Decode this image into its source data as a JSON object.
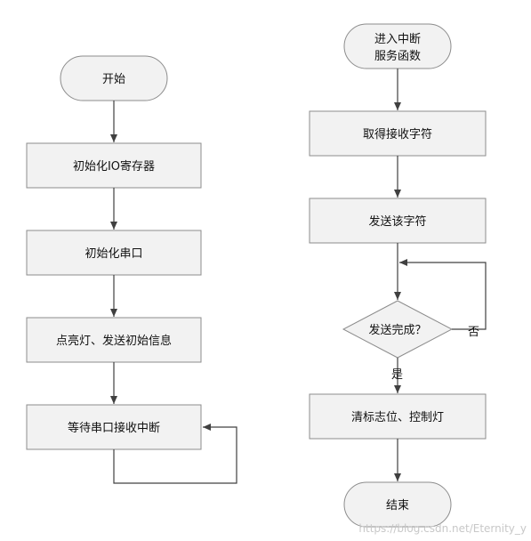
{
  "left_flow": {
    "start": "开始",
    "step1": "初始化IO寄存器",
    "step2": "初始化串口",
    "step3": "点亮灯、发送初始信息",
    "step4": "等待串口接收中断"
  },
  "right_flow": {
    "entry_line1": "进入中断",
    "entry_line2": "服务函数",
    "step1": "取得接收字符",
    "step2": "发送该字符",
    "decision": "发送完成？",
    "no_label": "否",
    "yes_label": "是",
    "step3": "清标志位、控制灯",
    "end": "结束"
  },
  "watermark": "https://blog.csdn.net/Eternity_y",
  "colors": {
    "box_fill": "#f2f2f2",
    "box_stroke": "#8c8c8c",
    "line": "#404040",
    "background": "#ffffff"
  }
}
